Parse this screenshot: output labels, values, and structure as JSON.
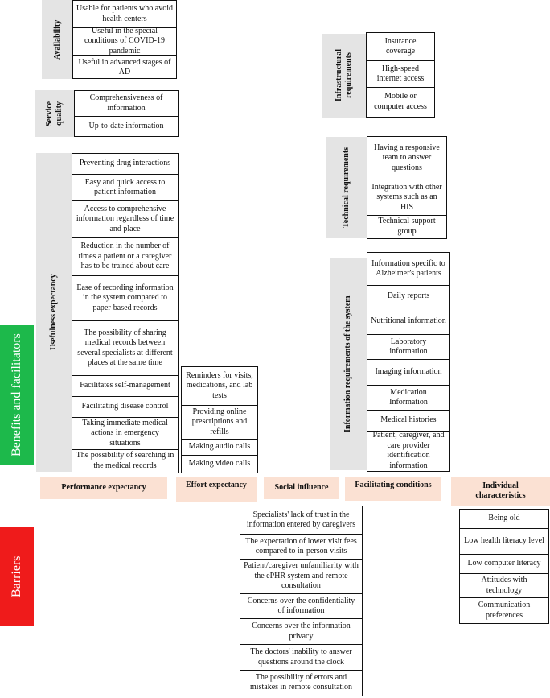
{
  "side_labels": {
    "benefits": "Benefits and facilitators",
    "barriers": "Barriers"
  },
  "categories": {
    "performance": "Performance expectancy",
    "effort": "Effort expectancy",
    "social": "Social influence",
    "facilitating": "Facilitating conditions",
    "individual": "Individual characteristics"
  },
  "groups": {
    "availability": {
      "label": "Availability",
      "items": [
        "Usable for patients who avoid health centers",
        "Useful in the special conditions of COVID-19 pandemic",
        "Useful in advanced stages of AD"
      ]
    },
    "service_quality": {
      "label": "Service quality",
      "items": [
        "Comprehensiveness of information",
        "Up-to-date information"
      ]
    },
    "usefulness": {
      "label": "Usefulness expectancy",
      "items": [
        "Preventing drug interactions",
        "Easy and quick access to patient information",
        "Access to comprehensive information regardless of time and place",
        "Reduction in the number of times a patient or a caregiver has to be trained about care",
        "Ease of recording information in the system compared to paper-based records",
        "The possibility of sharing medical records between several specialists at different places at the same time",
        "Facilitates self-management",
        "Facilitating disease control",
        "Taking immediate medical actions in emergency situations",
        "The possibility of searching in the medical records"
      ]
    },
    "effort_items": [
      "Reminders for visits, medications, and lab tests",
      "Providing online prescriptions and refills",
      "Making audio calls",
      "Making video calls"
    ],
    "infrastructural": {
      "label": "Infrastructural requirements",
      "items": [
        "Insurance coverage",
        "High-speed internet access",
        "Mobile or computer access"
      ]
    },
    "technical": {
      "label": "Technical requirements",
      "items": [
        "Having a responsive team to answer questions",
        "Integration with other systems such as an HIS",
        "Technical support group"
      ]
    },
    "information": {
      "label": "Information requirements of the system",
      "items": [
        "Information specific to Alzheimer's patients",
        "Daily reports",
        "Nutritional information",
        "Laboratory information",
        "Imaging information",
        "Medication Information",
        "Medical histories",
        "Patient, caregiver, and care provider identification information"
      ]
    },
    "social_barriers": [
      "Specialists' lack of  trust in the information entered by caregivers",
      "The expectation of lower visit fees compared to in-person visits",
      "Patient/caregiver unfamiliarity with the ePHR system and remote consultation",
      "Concerns over the confidentiality of information",
      "Concerns over the information privacy",
      "The doctors' inability to answer questions around the clock",
      "The possibility of errors and mistakes in remote consultation"
    ],
    "individual_barriers": [
      "Being old",
      "Low health literacy level",
      "Low computer literacy",
      "Attitudes with technology",
      "Communication preferences"
    ]
  },
  "colors": {
    "benefits": "#1db94b",
    "barriers": "#ef1b1b",
    "category_bg": "#fbe1d3",
    "tab_bg": "#e4e4e4"
  }
}
